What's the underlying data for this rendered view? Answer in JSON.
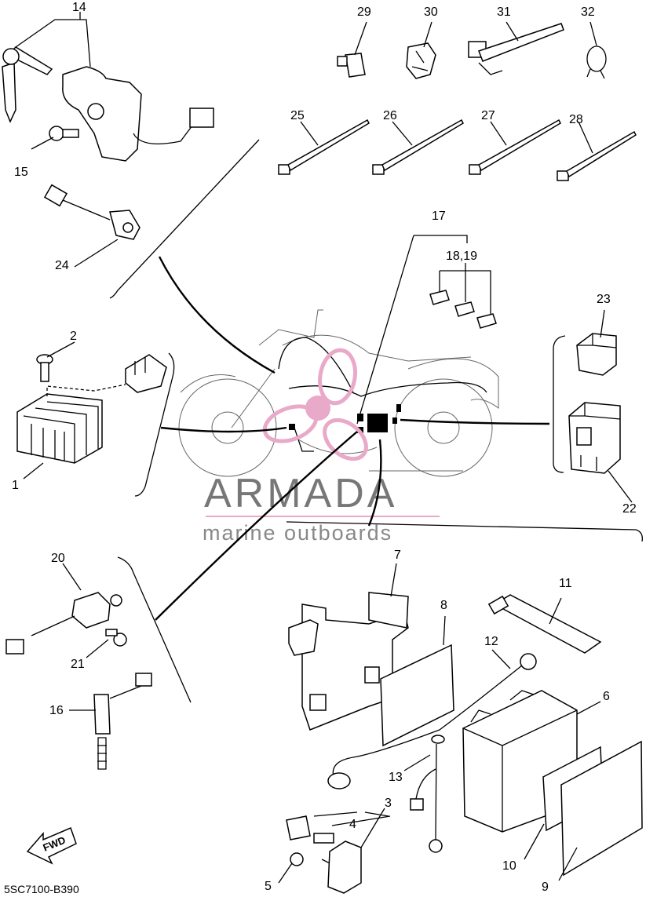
{
  "diagram_code": "5SC7100-B390",
  "forward_label": "FWD",
  "watermark": {
    "brand": "ARMADA",
    "tagline": "marine outboards",
    "color": "#e9a9c8"
  },
  "callouts": {
    "c1": "1",
    "c2": "2",
    "c3": "3",
    "c4": "4",
    "c5": "5",
    "c6": "6",
    "c7": "7",
    "c8": "8",
    "c9": "9",
    "c10": "10",
    "c11": "11",
    "c12": "12",
    "c13": "13",
    "c14": "14",
    "c15": "15",
    "c16": "16",
    "c17": "17",
    "c1819": "18,19",
    "c20": "20",
    "c21": "21",
    "c22": "22",
    "c23": "23",
    "c24": "24",
    "c25": "25",
    "c26": "26",
    "c27": "27",
    "c28": "28",
    "c29": "29",
    "c30": "30",
    "c31": "31",
    "c32": "32"
  }
}
